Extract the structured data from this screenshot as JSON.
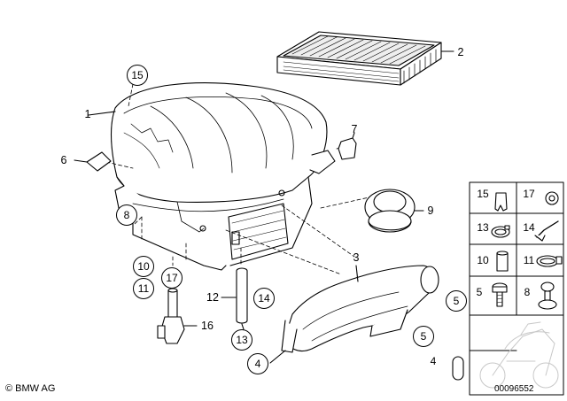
{
  "callouts": {
    "c1": "1",
    "c2": "2",
    "c3": "3",
    "c4": "4",
    "c5a": "5",
    "c5b": "5",
    "c6": "6",
    "c7": "7",
    "c8": "8",
    "c9": "9",
    "c10": "10",
    "c11": "11",
    "c12": "12",
    "c13": "13",
    "c14": "14",
    "c15": "15",
    "c16": "16",
    "c17": "17"
  },
  "parts_panel": {
    "p15": "15",
    "p17": "17",
    "p13": "13",
    "p14": "14",
    "p10": "10",
    "p11": "11",
    "p5": "5",
    "p8": "8",
    "p4": "4"
  },
  "footer": {
    "copyright": "© BMW AG",
    "diagram_number": "00096552"
  },
  "icons": [
    "bmw-logo-icon"
  ]
}
